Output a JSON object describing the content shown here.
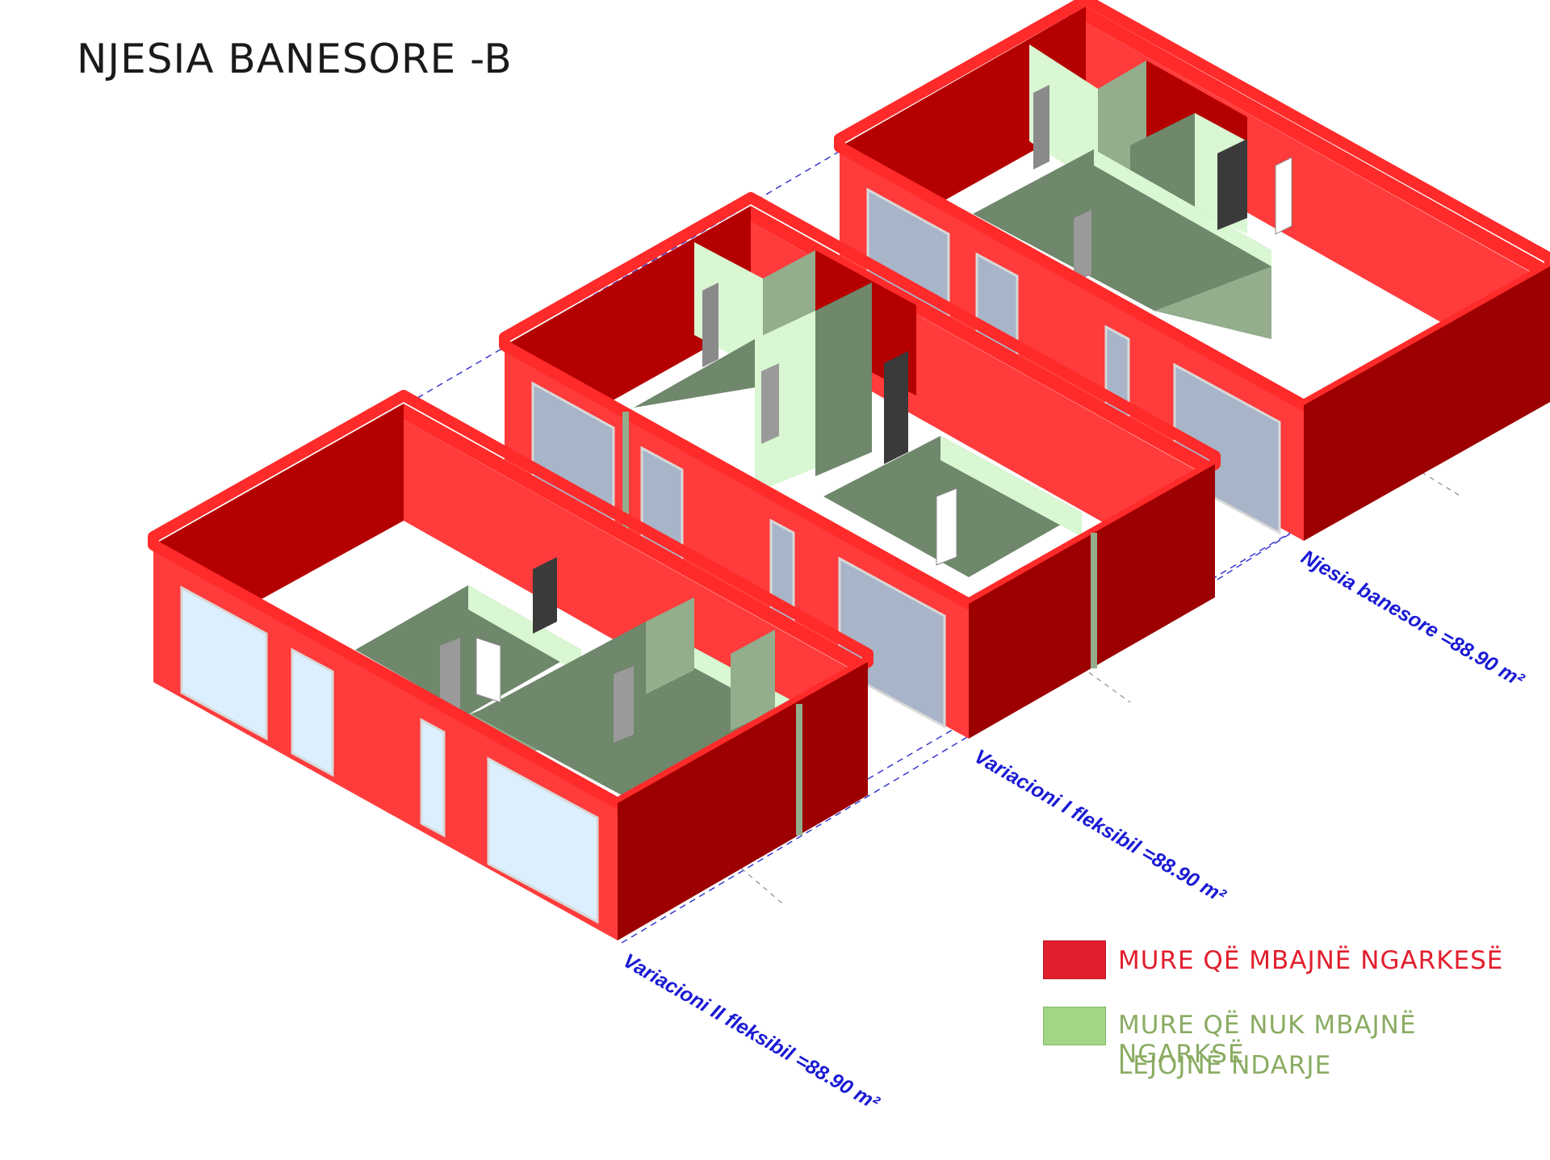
{
  "title": "NJESIA BANESORE -B",
  "units": [
    {
      "name": "Njesia banesore",
      "label": "Njesia banesore =88.90 m²",
      "area_m2": 88.9
    },
    {
      "name": "Variacioni I fleksibil",
      "label": "Variacioni I   fleksibil =88.90 m²",
      "area_m2": 88.9
    },
    {
      "name": "Variacioni II fleksibil",
      "label": "Variacioni II fleksibil =88.90 m²",
      "area_m2": 88.9
    }
  ],
  "legend": {
    "load_bearing": {
      "label": "MURE QË MBAJNË NGARKESË",
      "color": "#e11f2d"
    },
    "non_load_bearing": {
      "line1": "MURE QË NUK MBAJNË NGARKSË",
      "line2": "LEJOJNË NDARJE",
      "color": "#a2d685"
    }
  },
  "colors": {
    "wall_front": "#ff3b3b",
    "wall_side": "#9c0000",
    "wall_top": "#ff2a2a",
    "partition_light": "#d9f7d2",
    "partition_mid": "#93ad8d",
    "partition_dark": "#6f876b",
    "glass": "#dcefff",
    "label_blue": "#1a1ad4"
  }
}
